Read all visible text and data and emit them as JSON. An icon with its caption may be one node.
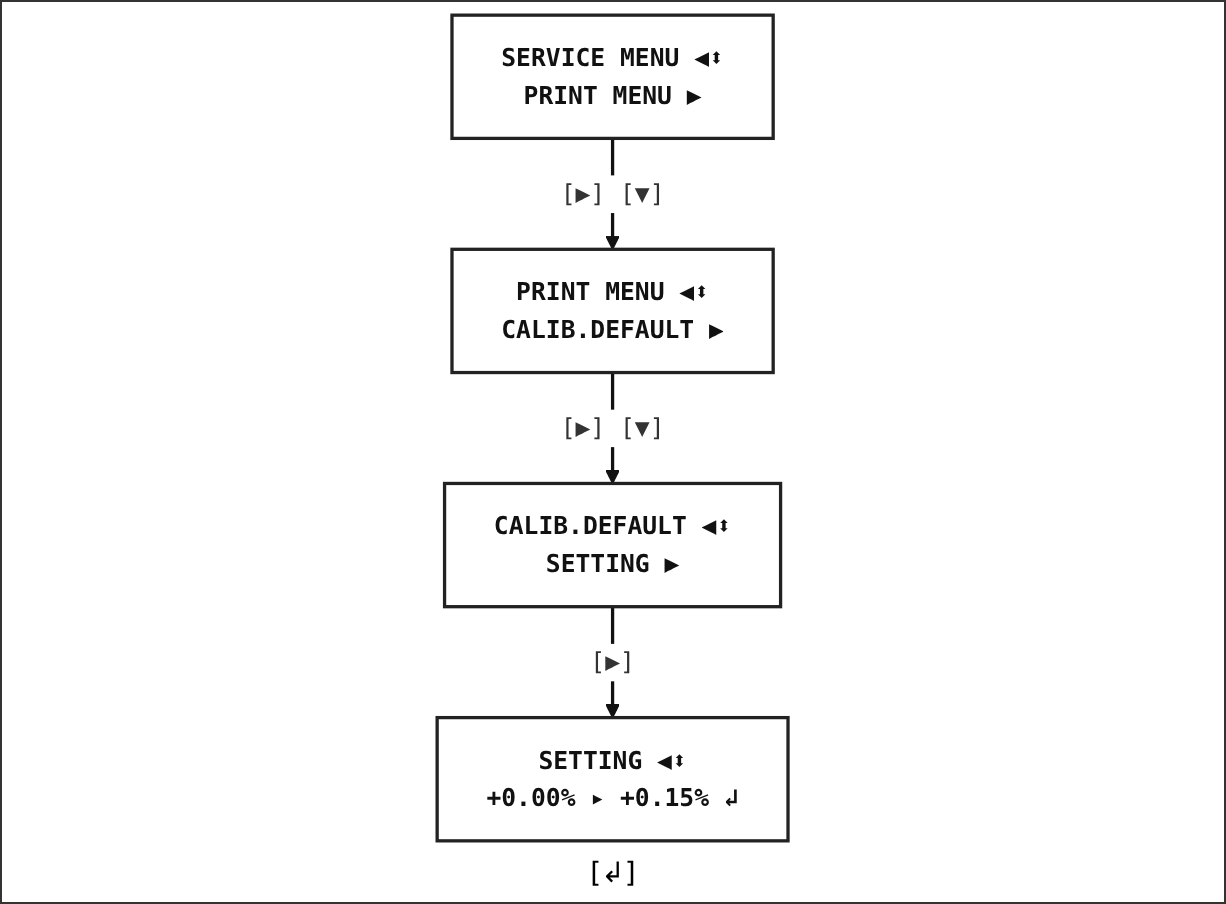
{
  "diagram": {
    "nodes": [
      {
        "text": [
          "SERVICE MENU ◀⬍",
          "PRINT MENU ▶"
        ]
      },
      {
        "text": [
          "PRINT MENU ◀⬍",
          "CALIB.DEFAULT ▶"
        ]
      },
      {
        "text": [
          "CALIB.DEFAULT ◀⬍",
          "SETTING ▶"
        ]
      },
      {
        "text": [
          "SETTING ◀⬍",
          "+0.00% ▸ +0.15% ↲"
        ]
      }
    ],
    "edges": [
      {
        "from": 0,
        "to": 1,
        "arrow": "to",
        "label": "[▶] [▼]"
      },
      {
        "from": 1,
        "to": 2,
        "arrow": "to",
        "label": "[▶] [▼]"
      },
      {
        "from": 2,
        "to": 3,
        "arrow": "to",
        "label": "[▶]"
      }
    ],
    "labels": [
      "[↲]"
    ]
  }
}
